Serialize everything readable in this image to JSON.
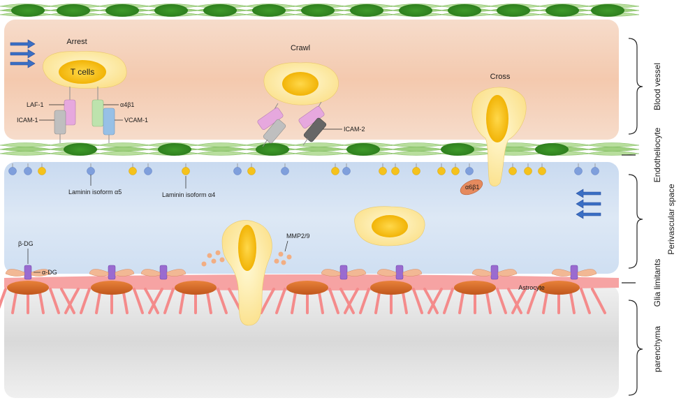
{
  "stages": {
    "arrest": "Arrest",
    "crawl": "Crawl",
    "cross": "Cross"
  },
  "cells": {
    "t_cells": "T cells",
    "astrocyte": "Astrocyte"
  },
  "molecules": {
    "laf1": "LAF-1",
    "icam1": "ICAM-1",
    "a4b1": "α4β1",
    "vcam1": "VCAM-1",
    "icam2": "ICAM-2",
    "a6b1": "α6β1",
    "laminin_a5": "Laminin isoform α5",
    "laminin_a4": "Laminin isoform α4",
    "mmp": "MMP2/9",
    "b_dg": "β-DG",
    "a_dg": "α-DG"
  },
  "regions": {
    "blood_vessel": "Blood vessel",
    "endotheliocyte": "Endotheliocyte",
    "perivascular": "Perivascular space",
    "glia_limitans": "Glia limitants",
    "parenchyma": "parenchyma"
  },
  "colors": {
    "blood": "#f7d9c4",
    "perivascular": "#d6e4f3",
    "parenchyma": "#e6e6e6",
    "endothelium": "#7cb95a",
    "tcell": "#fdf0b0",
    "nucleus": "#f5bf10",
    "astrocyte": "#f48b8b",
    "arrow": "#3a6fc4"
  }
}
